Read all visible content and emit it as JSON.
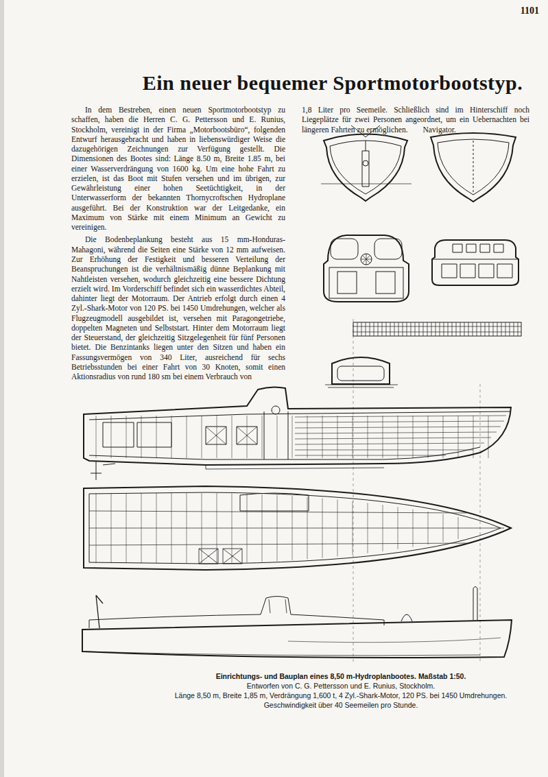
{
  "diagram": {
    "title": "Ein neuer bequemer Sportmotorbootstyp.",
    "caption": "Einrichtungs- und Bauplan eines 8,50 m-Hydroplanbootes. Maßstab 1:50.",
    "labels": [
      "1101",
      "In dem Bestreben, einen neuen Sportmotorbootstyp zu schaffen, haben die Herren C. G. Pettersson und E. Runius, Stockholm, vereinigt in der Firma „Motorbootsbüro“, folgenden Entwurf herausgebracht und haben in liebenswürdiger Weise die dazugehörigen Zeichnungen zur Verfügung gestellt. Die Dimensionen des Bootes sind: Länge 8.50 m, Breite 1.85 m, bei einer Wasserverdrängung von 1600 kg. Um eine hohe Fahrt zu erzielen, ist das Boot mit Stufen versehen und im übrigen, zur Gewährleistung einer hohen Seetüchtigkeit, in der Unterwasserform der bekannten Thornycroftschen Hydroplane ausgeführt. Bei der Konstruktion war der Leitgedanke, ein Maximum von Stärke mit einem Minimum an Gewicht zu vereinigen.",
      "Die Bodenbeplankung besteht aus 15 mm-Honduras-Mahagoni, während die Seiten eine Stärke von 12 mm aufweisen. Zur Erhöhung der Festigkeit und besseren Verteilung der Beanspruchungen ist die verhältnismäßig dünne Beplankung mit Nahtleisten versehen, wodurch gleichzeitig eine bessere Dichtung erzielt wird. Im Vorderschiff befindet sich ein wasserdichtes Abteil, dahinter liegt der Motorraum. Der Antrieb erfolgt durch einen 4 Zyl.-Shark-Motor von 120 PS. bei 1450 Umdrehungen, welcher als Flugzeugmodell ausgebildet ist, versehen mit Paragongetriebe, doppelten Magneten und Selbststart. Hinter dem Motorraum liegt der Steuerstand, der gleichzeitig Sitzgelegenheit für fünf Personen bietet. Die Benzintanks liegen unter den Sitzen und haben ein Fassungsvermögen von 340 Liter, ausreichend für sechs Betriebsstunden bei einer Fahrt von 30 Knoten, somit einen Aktionsradius von rund 180 sm bei einem Verbrauch von",
      "1,8 Liter pro Seemeile. Schließlich sind im Hinterschiff noch Liegeplätze für zwei Personen angeordnet, um ein Uebernachten bei längeren Fahrten zu ermöglichen.",
      "Navigator.",
      "Entworfen von C. G. Pettersson und E. Runius, Stockholm.",
      "Länge 8,50 m, Breite 1,85 m, Verdrängung 1,600 t, 4 Zyl.-Shark-Motor, 120 PS. bei 1450 Umdrehungen.",
      "Geschwindigkeit über 40 Seemeilen pro Stunde."
    ]
  }
}
